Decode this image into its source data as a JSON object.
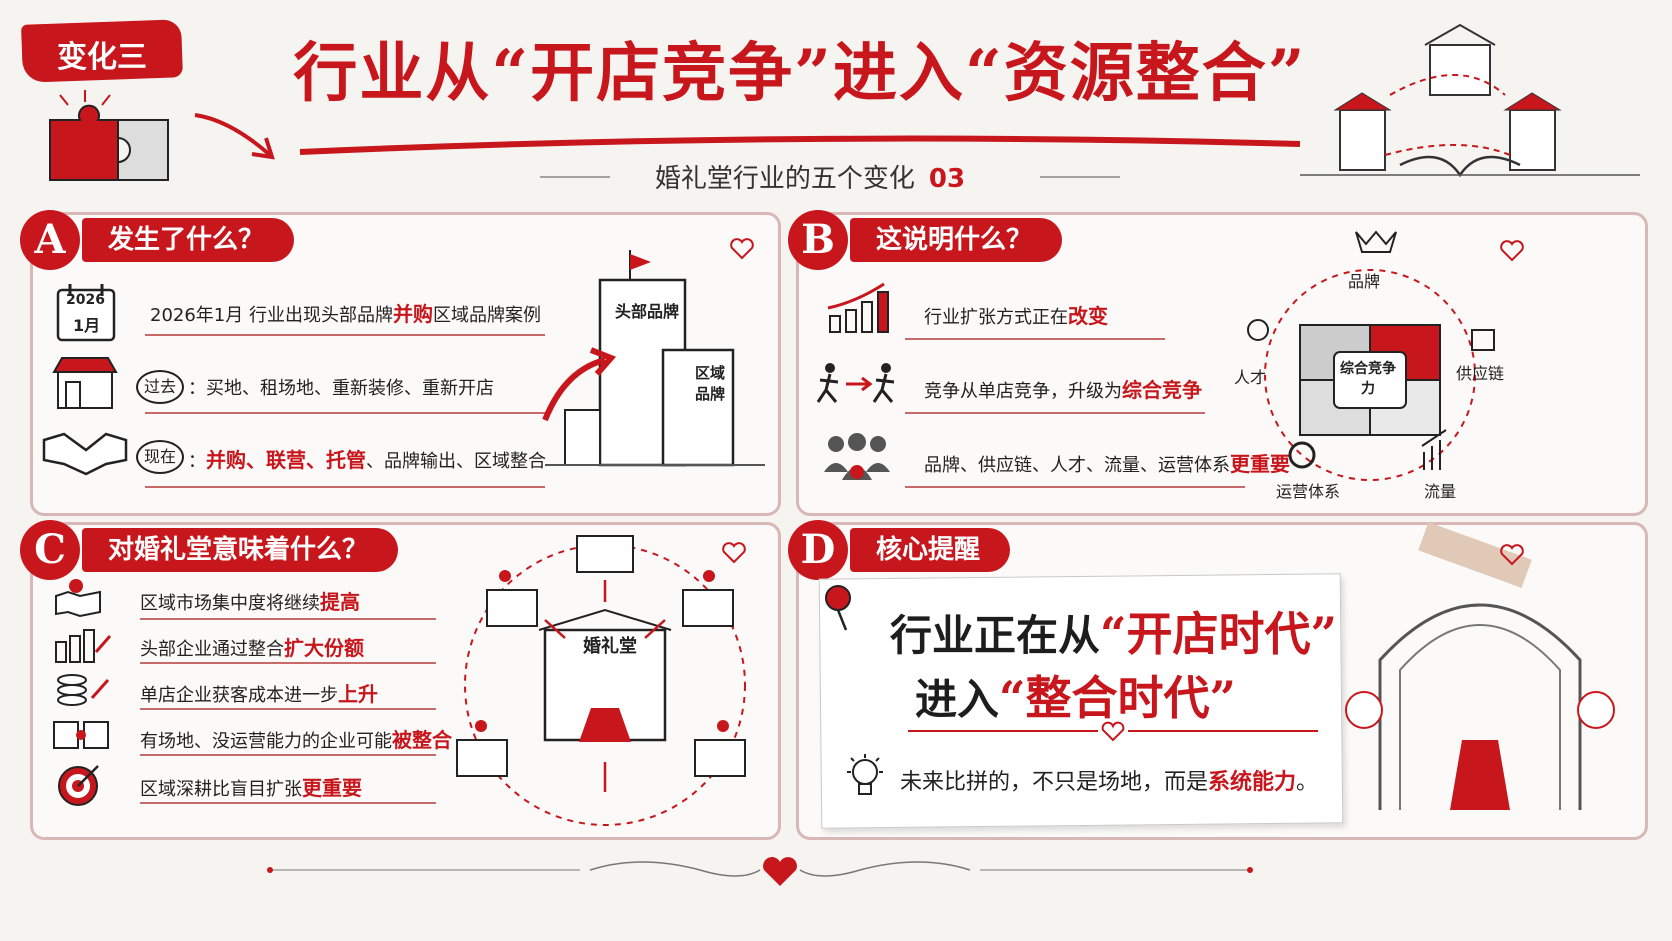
{
  "header": {
    "change_tag": "变化三",
    "title": "行业从“开店竞争”进入“资源整合”",
    "subtitle": "婚礼堂行业的五个变化",
    "subtitle_num": "03"
  },
  "colors": {
    "accent": "#c8161d",
    "panel_border": "#d8b7b7",
    "bg": "#f6f4f1"
  },
  "sections": {
    "a": {
      "letter": "A",
      "title": "发生了什么？",
      "calendar_year": "2026",
      "calendar_month": "1月",
      "row1_pre": "2026年1月 行业出现头部品牌",
      "row1_hl": "并购",
      "row1_post": "区域品牌案例",
      "past_label": "过去",
      "past_text": "：买地、租场地、重新装修、重新开店",
      "now_label": "现在",
      "now_colon": "：",
      "now_hl": "并购、联营、托管",
      "now_post": "、品牌输出、区域整合",
      "building_big": "头部品牌",
      "building_small": "区域品牌"
    },
    "b": {
      "letter": "B",
      "title": "这说明什么？",
      "row1_pre": "行业扩张方式正在",
      "row1_hl": "改变",
      "row2_pre": "竞争从单店竞争，升级为",
      "row2_hl": "综合竞争",
      "row3_pre": "品牌、供应链、人才、流量、运营体系",
      "row3_hl": "更重要",
      "diagram": {
        "center": "综合竞争力",
        "top": "品牌",
        "right": "供应链",
        "left": "人才",
        "bottom_left": "运营体系",
        "bottom_right": "流量"
      }
    },
    "c": {
      "letter": "C",
      "title": "对婚礼堂意味着什么？",
      "items": [
        {
          "pre": "区域市场集中度将继续",
          "hl": "提高",
          "icon": "map-pin-icon"
        },
        {
          "pre": "头部企业通过整合",
          "hl": "扩大份额",
          "icon": "bar-growth-icon"
        },
        {
          "pre": "单店企业获客成本进一步",
          "hl": "上升",
          "icon": "coins-icon"
        },
        {
          "pre": "有场地、没运营能力的企业可能",
          "hl": "被整合",
          "icon": "puzzle-icon"
        },
        {
          "pre": "区域深耕比盲目扩张",
          "hl": "更重要",
          "icon": "target-icon"
        }
      ],
      "venue_sign": "婚礼堂"
    },
    "d": {
      "letter": "D",
      "title": "核心提醒",
      "line1_pre": "行业正在从",
      "line1_hl": "“开店时代”",
      "line2_pre": "进入",
      "line2_hl": "“整合时代”",
      "note_pre": "未来比拼的，不只是场地，而是",
      "note_hl": "系统能力",
      "note_post": "。"
    }
  }
}
